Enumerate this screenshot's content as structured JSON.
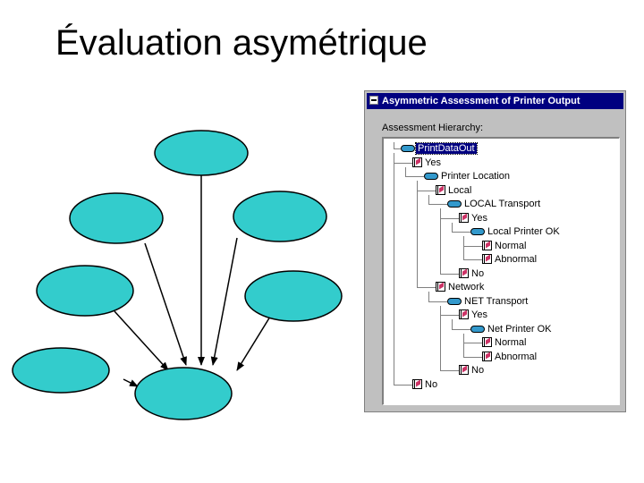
{
  "slide": {
    "title": "Évaluation asymétrique"
  },
  "window": {
    "title": "Asymmetric Assessment of Printer Output",
    "group_label": "Assessment Hierarchy:",
    "tree": [
      {
        "label": "PrintDataOut",
        "kind": "chance",
        "level": 0,
        "selected": true
      },
      {
        "label": "Yes",
        "kind": "state",
        "level": 1
      },
      {
        "label": "Printer Location",
        "kind": "chance",
        "level": 2
      },
      {
        "label": "Local",
        "kind": "state",
        "level": 3
      },
      {
        "label": "LOCAL Transport",
        "kind": "chance",
        "level": 4
      },
      {
        "label": "Yes",
        "kind": "state",
        "level": 5
      },
      {
        "label": "Local Printer OK",
        "kind": "chance",
        "level": 6
      },
      {
        "label": "Normal",
        "kind": "state",
        "level": 7
      },
      {
        "label": "Abnormal",
        "kind": "state",
        "level": 7
      },
      {
        "label": "No",
        "kind": "state",
        "level": 5
      },
      {
        "label": "Network",
        "kind": "state",
        "level": 3
      },
      {
        "label": "NET Transport",
        "kind": "chance",
        "level": 4
      },
      {
        "label": "Yes",
        "kind": "state",
        "level": 5
      },
      {
        "label": "Net Printer OK",
        "kind": "chance",
        "level": 6
      },
      {
        "label": "Normal",
        "kind": "state",
        "level": 7
      },
      {
        "label": "Abnormal",
        "kind": "state",
        "level": 7
      },
      {
        "label": "No",
        "kind": "state",
        "level": 5
      },
      {
        "label": "No",
        "kind": "state",
        "level": 1
      }
    ]
  },
  "colors": {
    "node_fill": "#33CCCC",
    "titlebar": "#000080",
    "selection": "#000080"
  }
}
